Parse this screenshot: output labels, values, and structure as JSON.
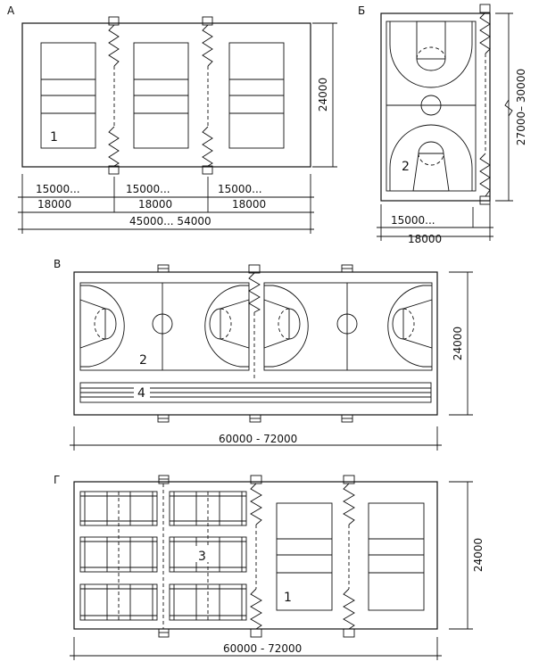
{
  "panels": {
    "a": {
      "letter": "А",
      "dims": {
        "height": "24000",
        "seg_top": [
          "15000...",
          "15000...",
          "15000..."
        ],
        "seg_bottom": [
          "18000",
          "18000",
          "18000"
        ],
        "total": "45000... 54000"
      },
      "court_label": "1"
    },
    "b": {
      "letter": "Б",
      "dims": {
        "height": "27000– 30000",
        "width_top": "15000...",
        "width_bottom": "18000"
      },
      "court_label": "2"
    },
    "v": {
      "letter": "В",
      "dims": {
        "height": "24000",
        "total": "60000 - 72000"
      },
      "court_label": "2",
      "track_label": "4"
    },
    "g": {
      "letter": "Г",
      "dims": {
        "height": "24000",
        "total": "60000 - 72000"
      },
      "small_courts_label": "3",
      "volley_label": "1"
    }
  }
}
